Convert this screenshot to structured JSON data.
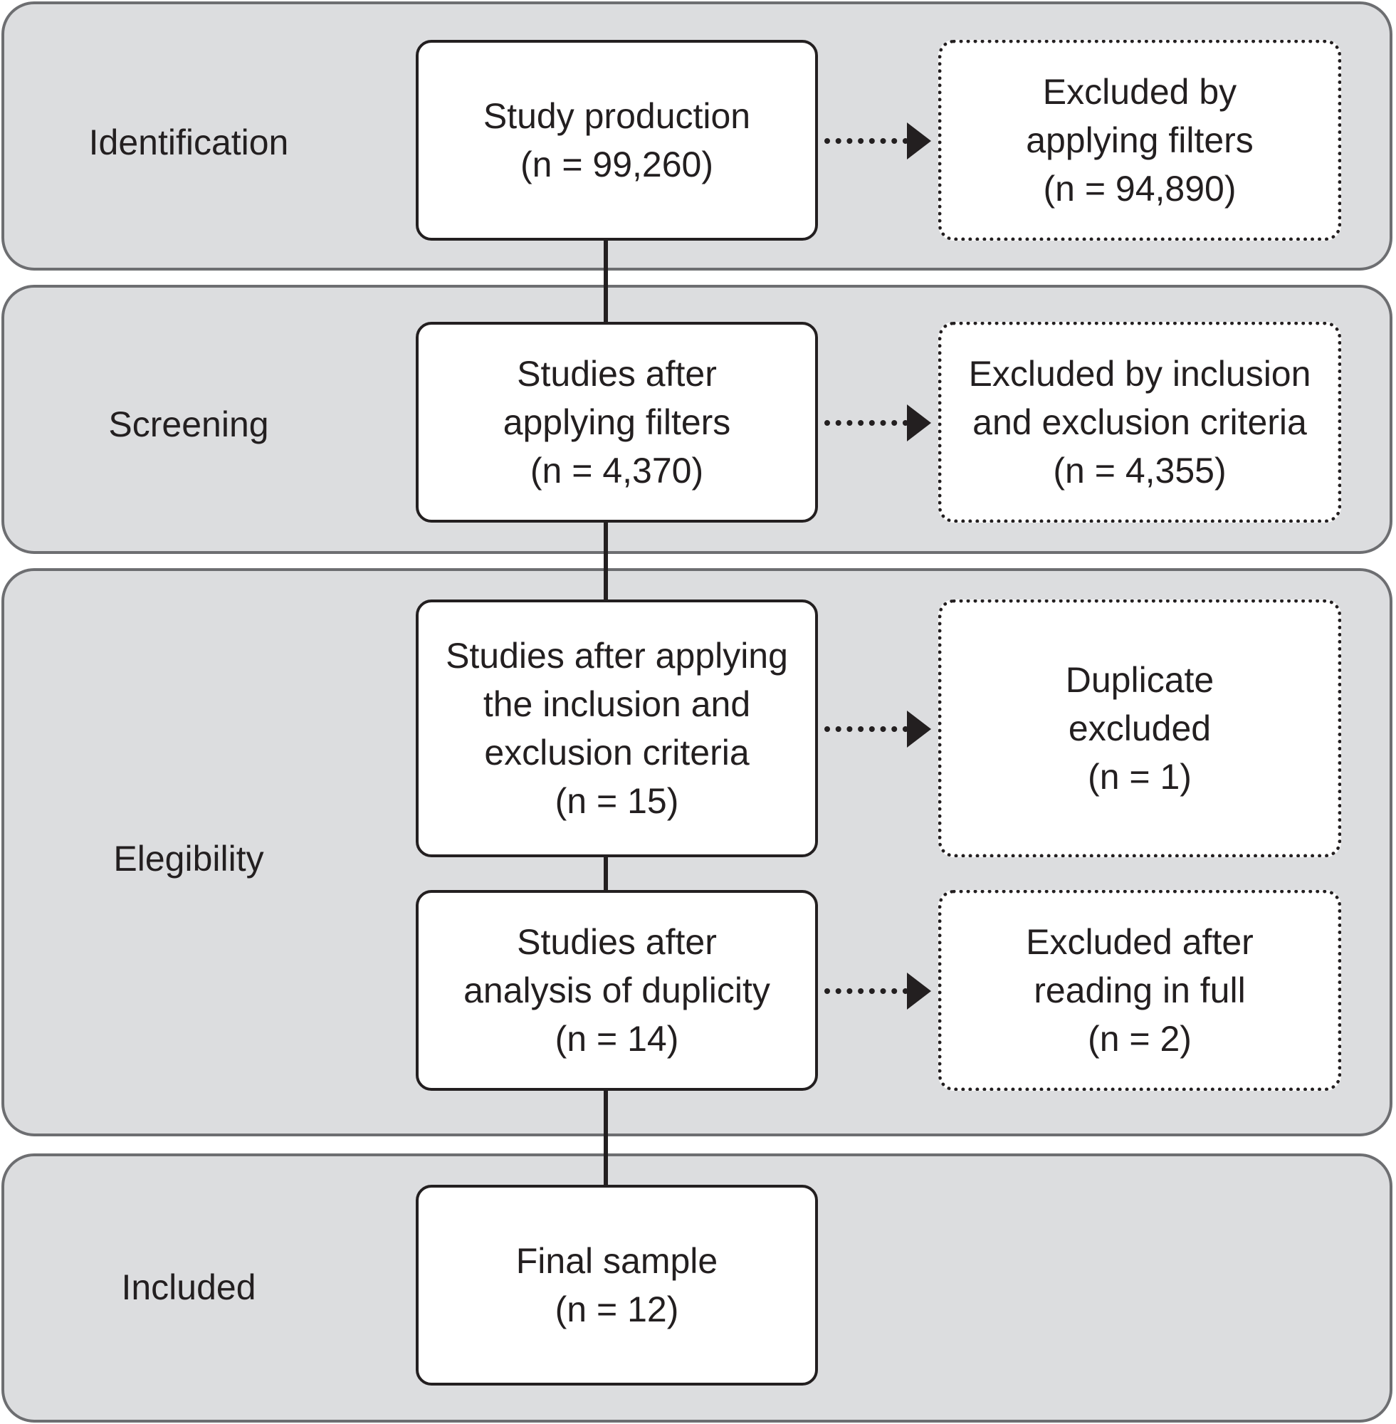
{
  "stages": {
    "identification": "Identification",
    "screening": "Screening",
    "eligibility": "Elegibility",
    "included": "Included"
  },
  "boxes": {
    "study_production": {
      "lines": [
        "Study production",
        "(n = 99,260)"
      ]
    },
    "after_filters": {
      "lines": [
        "Studies after",
        "applying filters",
        "(n = 4,370)"
      ]
    },
    "after_criteria": {
      "lines": [
        "Studies after applying",
        "the inclusion and",
        "exclusion criteria",
        "(n = 15)"
      ]
    },
    "after_duplicity": {
      "lines": [
        "Studies after",
        "analysis of duplicity",
        "(n = 14)"
      ]
    },
    "final_sample": {
      "lines": [
        "Final sample",
        "(n = 12)"
      ]
    }
  },
  "exclusions": {
    "by_filters": {
      "lines": [
        "Excluded by",
        "applying filters",
        "(n = 94,890)"
      ]
    },
    "by_criteria": {
      "lines": [
        "Excluded by inclusion",
        "and exclusion criteria",
        "(n = 4,355)"
      ]
    },
    "duplicate": {
      "lines": [
        "Duplicate",
        "excluded",
        "(n = 1)"
      ]
    },
    "after_reading": {
      "lines": [
        "Excluded after",
        "reading in full",
        "(n = 2)"
      ]
    }
  }
}
